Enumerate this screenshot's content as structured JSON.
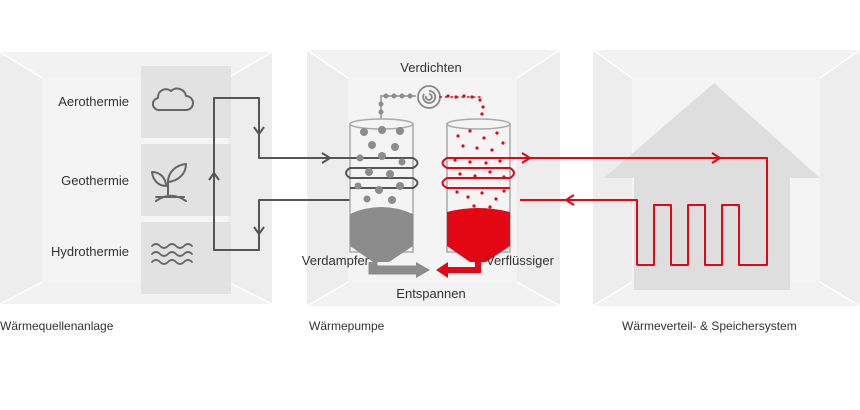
{
  "sections": {
    "source": {
      "caption": "Wärmequellenanlage",
      "items": [
        {
          "label": "Aerothermie",
          "icon": "cloud-icon"
        },
        {
          "label": "Geothermie",
          "icon": "plant-icon"
        },
        {
          "label": "Hydrothermie",
          "icon": "waves-icon"
        }
      ]
    },
    "pump": {
      "caption": "Wärmepumpe",
      "top_label": "Verdichten",
      "bottom_label": "Entspannen",
      "left_label": "Verdampfer",
      "right_label": "Verflüssiger"
    },
    "distribution": {
      "caption": "Wärmeverteil- & Speichersystem"
    }
  },
  "colors": {
    "panel": "#e9e9e9",
    "panel_side": "#dcdcdc",
    "cold": "#555555",
    "hot": "#e30613",
    "grey_fluid": "#8c8c8c",
    "house": "#dedede"
  }
}
